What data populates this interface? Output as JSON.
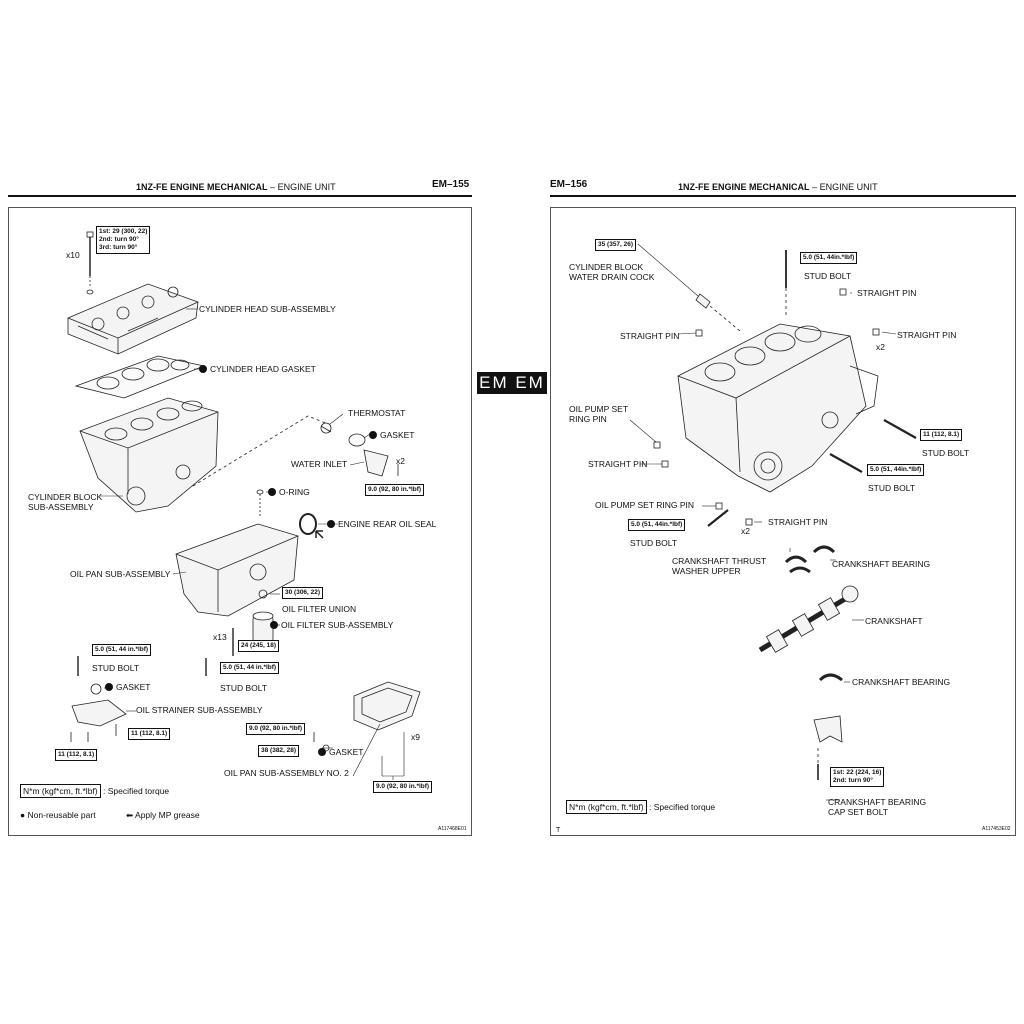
{
  "left_page": {
    "header": {
      "title": "1NZ-FE ENGINE MECHANICAL",
      "separator": "–",
      "subtitle": "ENGINE UNIT",
      "page_number": "EM–155"
    },
    "labels": {
      "cylinder_head": "CYLINDER HEAD SUB-ASSEMBLY",
      "cylinder_head_gasket": "CYLINDER HEAD GASKET",
      "thermostat": "THERMOSTAT",
      "gasket_thermostat": "GASKET",
      "water_inlet": "WATER INLET",
      "x2": "x2",
      "cylinder_block": "CYLINDER BLOCK\nSUB-ASSEMBLY",
      "o_ring": "O-RING",
      "rear_oil_seal": "ENGINE REAR OIL SEAL",
      "oil_pan": "OIL PAN SUB-ASSEMBLY",
      "oil_filter_union": "OIL FILTER UNION",
      "oil_filter": "OIL FILTER SUB-ASSEMBLY",
      "x13": "x13",
      "stud_bolt_1": "STUD BOLT",
      "stud_bolt_2": "STUD BOLT",
      "gasket_strainer": "GASKET",
      "oil_strainer": "OIL STRAINER SUB-ASSEMBLY",
      "gasket_pan2": "GASKET",
      "x9": "x9",
      "oil_pan_2": "OIL PAN SUB-ASSEMBLY NO. 2",
      "x10": "x10"
    },
    "torques": {
      "head_bolt": [
        "1st: 29 (300, 22)",
        "2nd: turn 90°",
        "3rd: turn 90°"
      ],
      "water_inlet": "9.0 (92, 80 in.*lbf)",
      "union": "30 (306, 22)",
      "pan_bolt": "24 (245, 18)",
      "stud_1": "5.0 (51, 44 in.*lbf)",
      "stud_2": "5.0 (51, 44 in.*lbf)",
      "strainer_1": "11 (112, 8.1)",
      "strainer_2": "11 (112, 8.1)",
      "pan2_bolt_1": "9.0 (92, 80 in.*lbf)",
      "drain_plug": "38 (382, 28)",
      "pan2_bolt_2": "9.0 (92, 80 in.*lbf)"
    },
    "legend": {
      "torque_unit": "N*m (kgf*cm, ft.*lbf)",
      "torque_text": ": Specified torque",
      "non_reusable": "Non-reusable part",
      "mp_grease": "Apply MP grease"
    },
    "code": "A117468E01"
  },
  "tab": {
    "text": "EM EM"
  },
  "right_page": {
    "header": {
      "title": "1NZ-FE ENGINE MECHANICAL",
      "separator": "–",
      "subtitle": "ENGINE UNIT",
      "page_number": "EM–156"
    },
    "labels": {
      "drain_cock": "CYLINDER BLOCK\nWATER DRAIN COCK",
      "stud_bolt_top": "STUD BOLT",
      "straight_pin_1": "STRAIGHT PIN",
      "straight_pin_2": "STRAIGHT PIN",
      "straight_pin_3": "STRAIGHT PIN",
      "x2_a": "x2",
      "ring_pin_1": "OIL PUMP SET\nRING PIN",
      "straight_pin_4": "STRAIGHT PIN",
      "stud_bolt_r1": "STUD BOLT",
      "stud_bolt_r2": "STUD BOLT",
      "ring_pin_2": "OIL PUMP SET RING PIN",
      "straight_pin_5": "STRAIGHT PIN",
      "x2_b": "x2",
      "stud_bolt_l": "STUD BOLT",
      "thrust_washer": "CRANKSHAFT THRUST\nWASHER UPPER",
      "bearing_1": "CRANKSHAFT BEARING",
      "crankshaft": "CRANKSHAFT",
      "bearing_2": "CRANKSHAFT BEARING",
      "cap_bolt": "CRANKSHAFT BEARING\nCAP SET BOLT"
    },
    "torques": {
      "drain_cock": "35 (357, 26)",
      "stud_top": "5.0 (51, 44in.*lbf)",
      "stud_r1": "11 (112, 8.1)",
      "stud_r2": "5.0 (51, 44in.*lbf)",
      "stud_l": "5.0 (51, 44in.*lbf)",
      "cap_bolt": [
        "1st: 22 (224, 16)",
        "2nd: turn 90°"
      ]
    },
    "legend": {
      "torque_unit": "N*m (kgf*cm, ft.*lbf)",
      "torque_text": ": Specified torque"
    },
    "corner": "T",
    "code": "A117453E02"
  }
}
